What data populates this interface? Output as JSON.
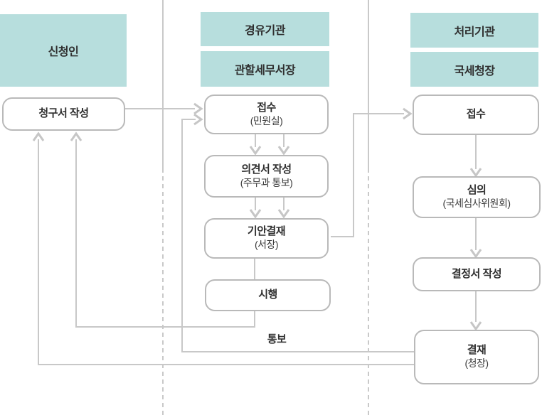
{
  "diagram": {
    "applicant": {
      "header": "신청인",
      "steps": {
        "write_request": "청구서 작성"
      }
    },
    "via_agency": {
      "role": "경유기관",
      "officer": "관할세무서장",
      "steps": {
        "receipt_title": "접수",
        "receipt_sub": "(민원실)",
        "opinion_title": "의견서 작성",
        "opinion_sub": "(주무과 통보)",
        "draft_title": "기안결재",
        "draft_sub": "(서장)",
        "enforce": "시행"
      }
    },
    "processing_agency": {
      "role": "처리기관",
      "officer": "국세청장",
      "steps": {
        "receipt": "접수",
        "review_title": "심의",
        "review_sub": "(국세심사위원회)",
        "decision_write": "결정서 작성",
        "approval_title": "결재",
        "approval_sub": "(청장)"
      }
    },
    "flow_label": "통보"
  },
  "colors": {
    "header_fill": "#b7dedd",
    "box_border": "#b9b9b9",
    "connector": "#c8c8c8",
    "text": "#303030"
  }
}
